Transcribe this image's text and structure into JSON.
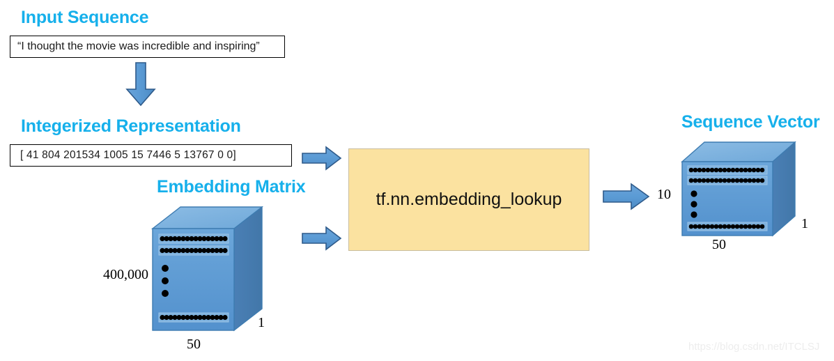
{
  "diagram": {
    "title": "tf.nn.embedding_lookup pipeline",
    "colors": {
      "heading": "#16b0eb",
      "process_fill": "#fbe2a0",
      "process_border": "#c8bda0",
      "arrow_fill": "#5b9bd5",
      "arrow_stroke": "#2e5a8a",
      "cube_front": "#5b9bd5",
      "cube_top": "#7eb3dd",
      "cube_side": "#4a7fb5",
      "cube_stroke": "#3e7cb1",
      "dot": "#000000",
      "textbox_border": "#000000",
      "watermark": "#ededed"
    }
  },
  "sections": {
    "input_sequence": {
      "heading": "Input Sequence",
      "value": "“I thought the movie was incredible and inspiring”"
    },
    "integerized_representation": {
      "heading": "Integerized Representation",
      "value": "[ 41  804  201534  1005  15  7446  5  13767  0  0]",
      "tokens": [
        41,
        804,
        201534,
        1005,
        15,
        7446,
        5,
        13767,
        0,
        0
      ]
    },
    "embedding_matrix": {
      "heading": "Embedding Matrix",
      "dim_left": "400,000",
      "dim_right": "1",
      "dim_bottom": "50"
    },
    "process": {
      "label": "tf.nn.embedding_lookup"
    },
    "sequence_vector": {
      "heading": "Sequence Vector",
      "dim_left": "10",
      "dim_right": "1",
      "dim_bottom": "50"
    }
  },
  "arrows": {
    "input_to_integerized": {
      "icon": "arrow-down-icon",
      "direction": "down"
    },
    "integerized_to_lookup": {
      "icon": "arrow-right-icon",
      "direction": "right"
    },
    "embedding_to_lookup": {
      "icon": "arrow-right-icon",
      "direction": "right"
    },
    "lookup_to_sequence_vector": {
      "icon": "arrow-right-icon",
      "direction": "right"
    }
  },
  "watermark": {
    "text": "https://blog.csdn.net/ITCLSJ"
  }
}
